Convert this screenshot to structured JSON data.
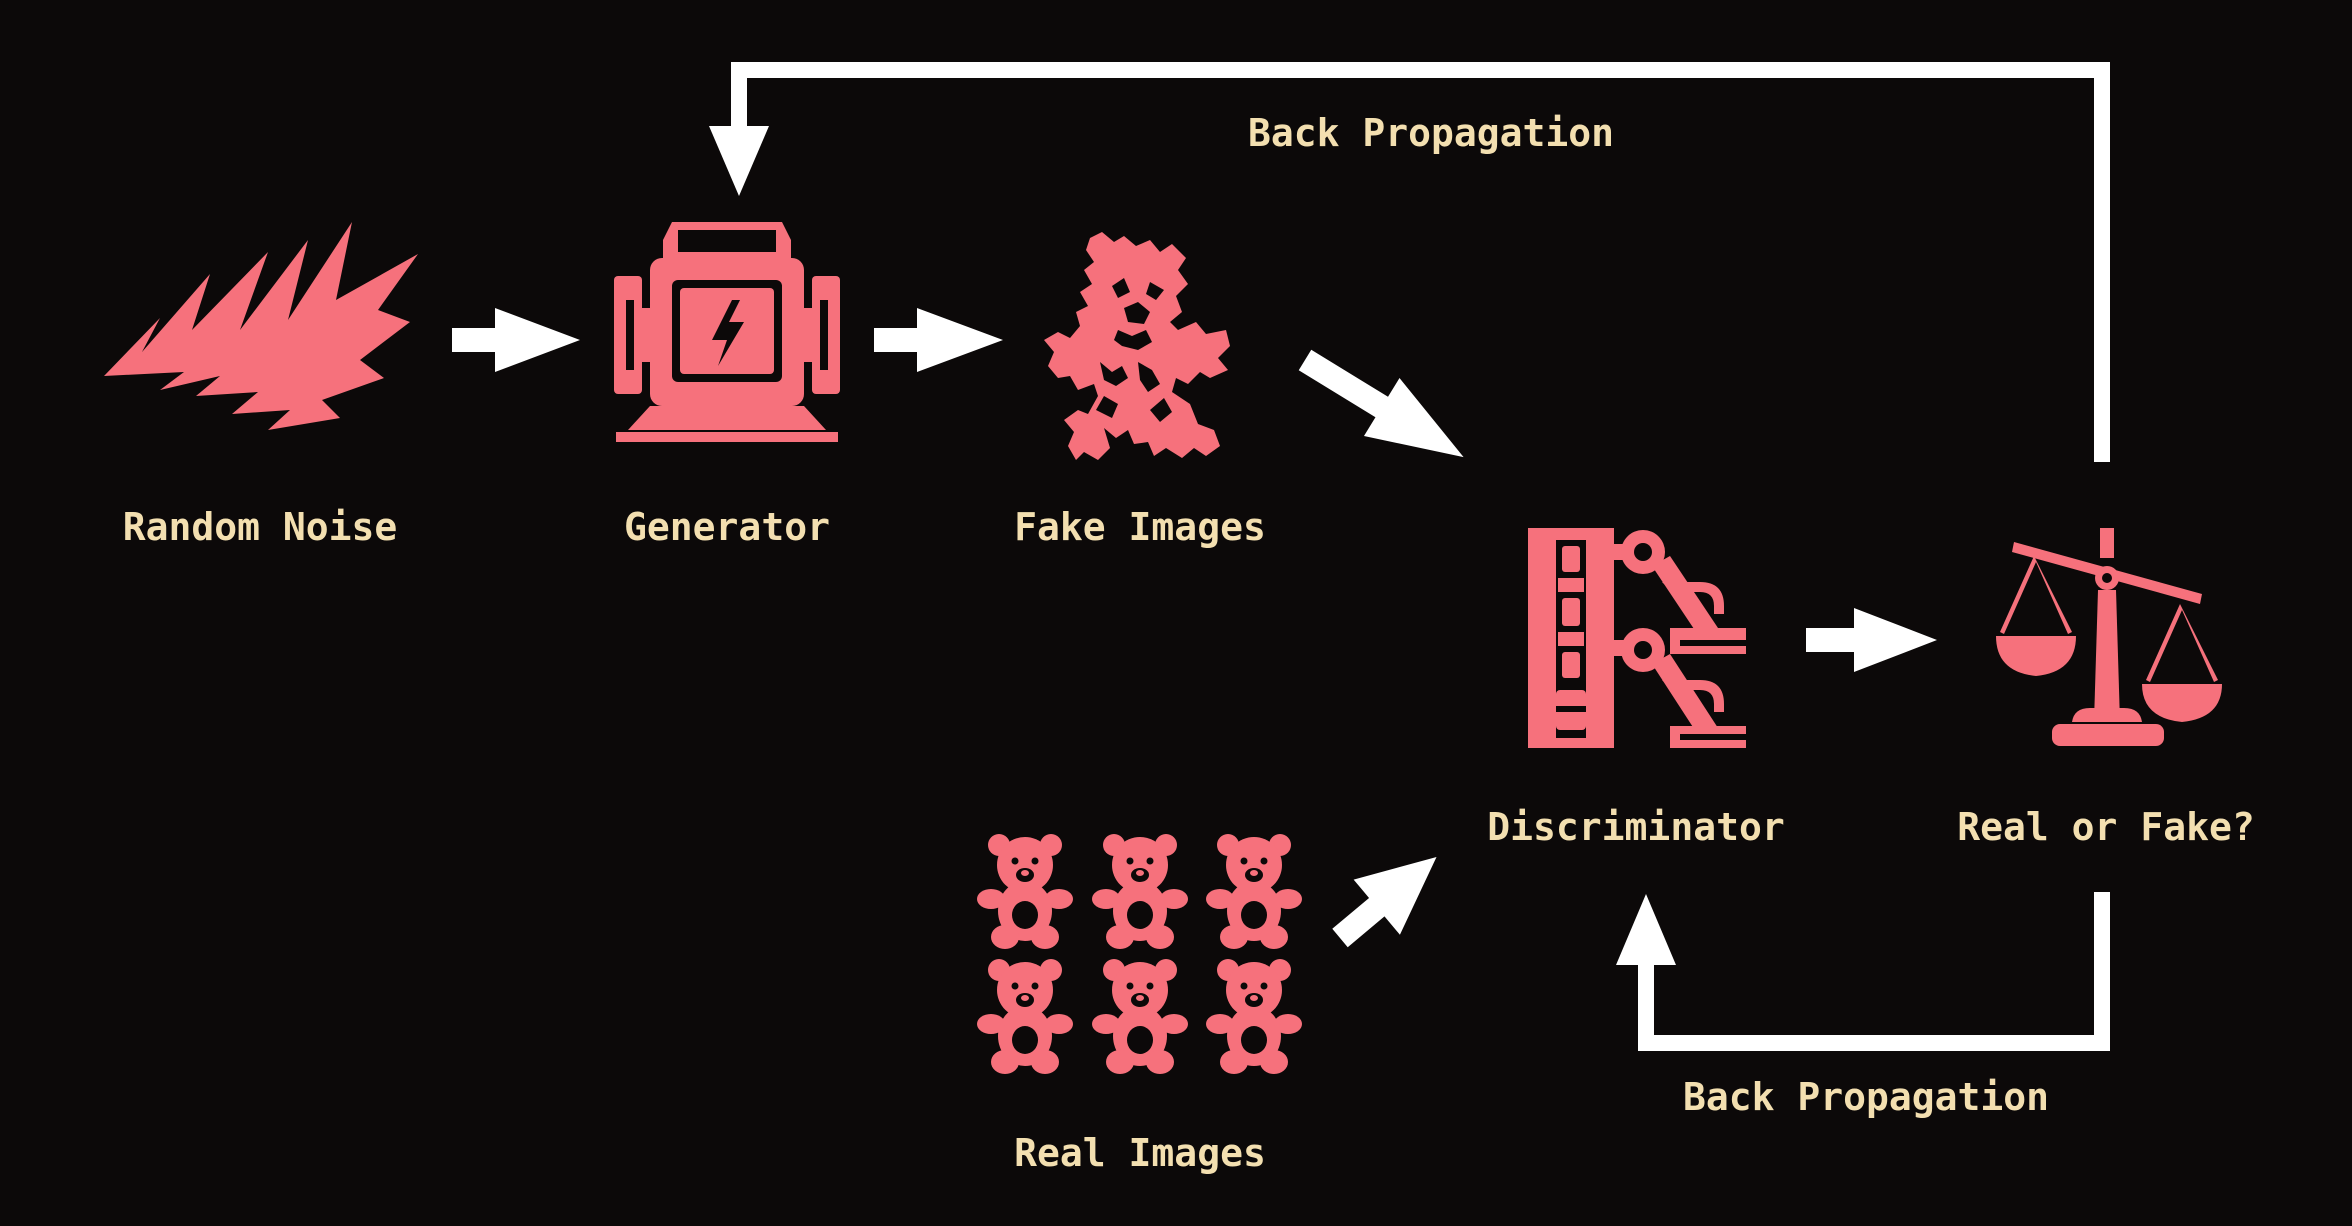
{
  "colors": {
    "background": "#0c0909",
    "icon": "#f6717c",
    "arrow": "#ffffff",
    "label": "#f3dfb0"
  },
  "labels": {
    "random_noise": "Random Noise",
    "generator": "Generator",
    "fake_images": "Fake Images",
    "discriminator": "Discriminator",
    "real_or_fake": "Real or Fake?",
    "real_images": "Real Images",
    "back_propagation_top": "Back Propagation",
    "back_propagation_bottom": "Back Propagation"
  },
  "icons": {
    "random_noise": "noise-waveform-icon",
    "generator": "generator-machine-icon",
    "fake_images": "distorted-teddy-bear-icon",
    "discriminator": "robotic-arm-icon",
    "real_or_fake": "balance-scale-icon",
    "real_images": "teddy-bear-icon"
  },
  "real_images_count": 6
}
